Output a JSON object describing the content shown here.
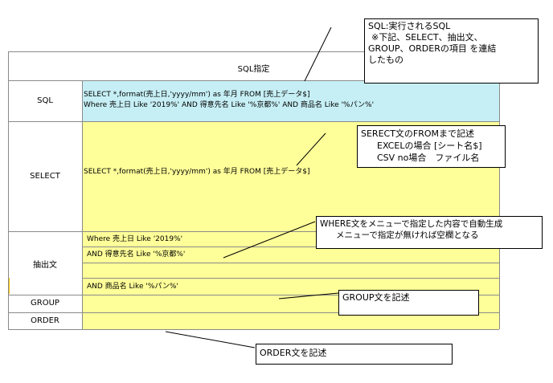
{
  "table": {
    "header": "SQL指定",
    "rows": {
      "sql": {
        "label": "SQL",
        "line1": "SELECT *,format(売上日,'yyyy/mm') as 年月 FROM [売上データ$]",
        "line2": " Where 売上日 Like '2019%'  AND 得意先名 Like '%京都%'  AND 商品名 Like '%パン%'"
      },
      "select": {
        "label": "SELECT",
        "value": "SELECT *,format(売上日,'yyyy/mm') as 年月 FROM [売上データ$]"
      },
      "extract": {
        "label": "抽出文",
        "lines": [
          "Where 売上日 Like '2019%'",
          "AND 得意先名 Like '%京都%'",
          "",
          "AND 商品名 Like '%パン%'"
        ]
      },
      "group": {
        "label": "GROUP"
      },
      "order": {
        "label": "ORDER"
      }
    }
  },
  "notes": {
    "sql": [
      "SQL:実行されるSQL",
      "※下記、SELECT、抽出文、",
      "GROUP、ORDERの項目 を連結",
      "したもの"
    ],
    "select": [
      "SERECT文のFROMまで記述",
      "EXCELの場合 [シート名$]",
      "CSV no場合　ファイル名"
    ],
    "where": [
      "WHERE文をメニューで指定した内容で自動生成",
      "メニューで指定が無ければ空欄となる"
    ],
    "group": "GROUP文を記述",
    "order": "ORDER文を記述"
  },
  "colors": {
    "sql_fill": "#c6eff5",
    "yellow_fill": "#ffff99",
    "orange_mark": "#ffc000"
  }
}
